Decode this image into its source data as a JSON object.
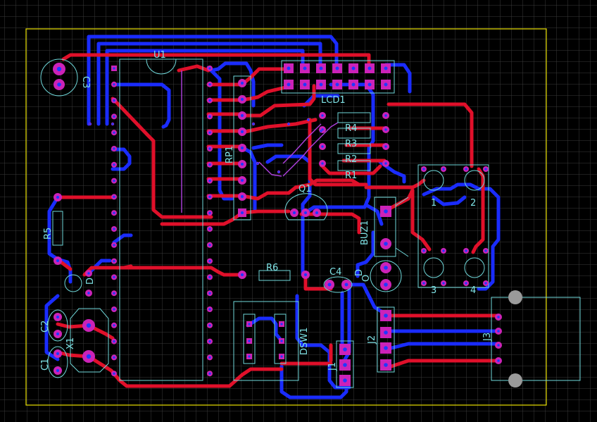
{
  "colors": {
    "background": "#000000",
    "grid": "#3a3a3a",
    "board_outline": "#e8e000",
    "top_copper": "#e0102a",
    "bottom_copper": "#1a2cff",
    "silkscreen": "#6fd8da",
    "pad": "#cc22b8"
  },
  "labels": {
    "u1": "U1",
    "c3": "C3",
    "lcd1": "LCD1",
    "r4": "R4",
    "r3": "R3",
    "r2": "R2",
    "r1": "R1",
    "rp1": "RP1",
    "q1": "Q1",
    "buz1": "BUZ1",
    "r5": "R5",
    "r6": "R6",
    "c4": "C4",
    "d": "D",
    "c2": "C2",
    "x1": "X1",
    "c1": "C1",
    "dsw1": "DSW1",
    "j1": "J1",
    "j2": "J2",
    "j3": "J3",
    "sw1": "1",
    "sw2": "2",
    "sw3": "3",
    "sw4": "4",
    "led_d1": "D",
    "led_d2": "O"
  }
}
